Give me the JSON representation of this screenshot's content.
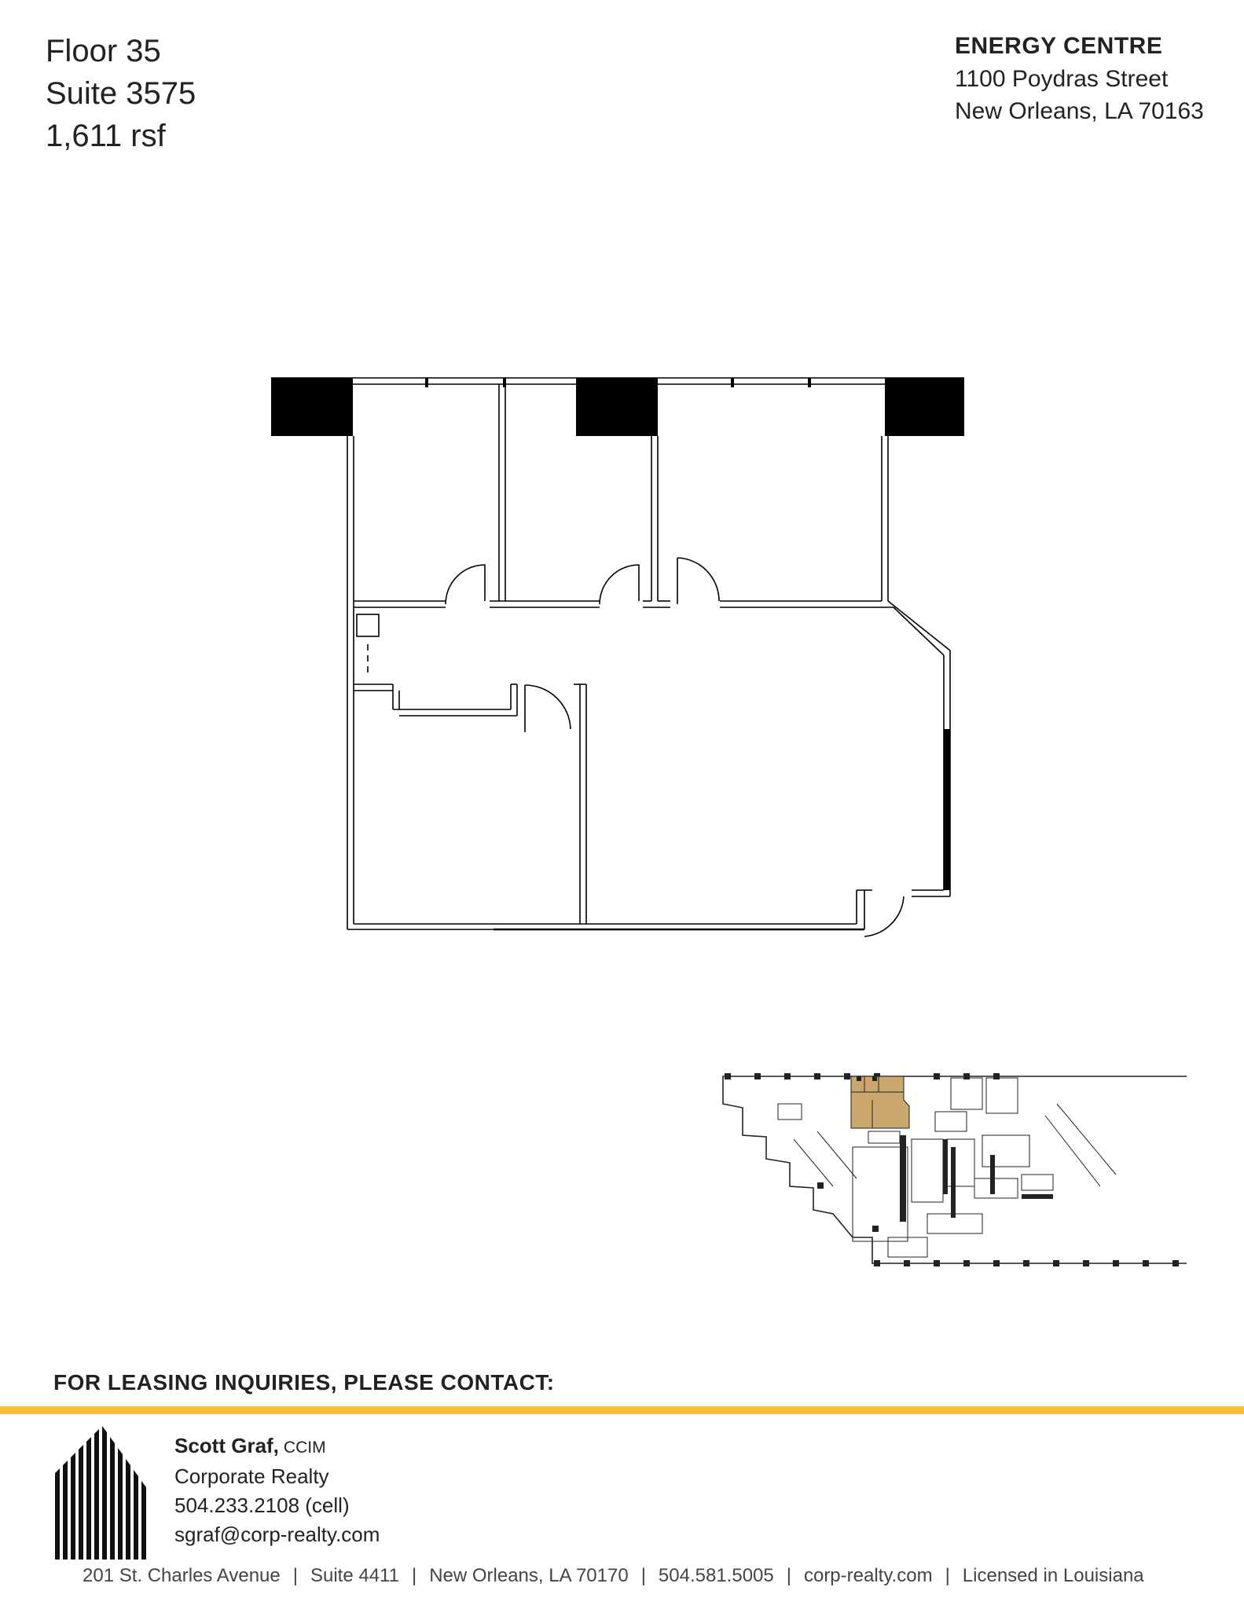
{
  "suite": {
    "floor": "Floor 35",
    "suite_number": "Suite 3575",
    "area": "1,611 rsf"
  },
  "building": {
    "name": "ENERGY CENTRE",
    "street": "1100 Poydras Street",
    "city": "New Orleans, LA 70163"
  },
  "colors": {
    "accent": "#f6c22f",
    "highlight": "#c9a76d",
    "wall": "#000000"
  },
  "contact": {
    "heading": "FOR LEASING INQUIRIES, PLEASE CONTACT:",
    "name": "Scott Graf,",
    "credential": "CCIM",
    "company": "Corporate Realty",
    "phone": "504.233.2108 (cell)",
    "email": "sgraf@corp-realty.com"
  },
  "footer": {
    "items": [
      "201 St. Charles Avenue",
      "Suite 4411",
      "New Orleans, LA 70170",
      "504.581.5005",
      "corp-realty.com",
      "Licensed in Louisiana"
    ],
    "separator": "|"
  }
}
